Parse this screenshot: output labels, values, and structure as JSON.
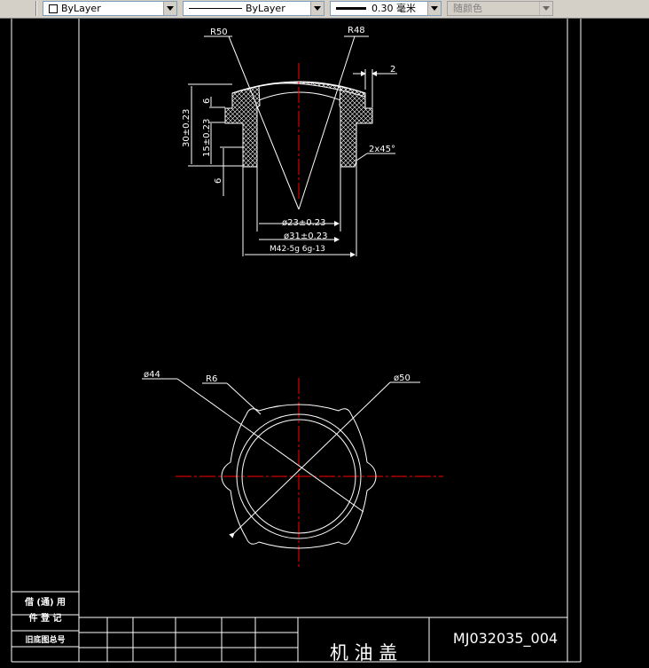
{
  "toolbar": {
    "color_combo": "ByLayer",
    "linetype_combo": "ByLayer",
    "lineweight_combo": "0.30 毫米",
    "plotstyle_combo": "随颜色",
    "colors": {
      "bg": "#d4d0c8",
      "field": "#ffffff"
    }
  },
  "drawing": {
    "dims_section": {
      "r50": "R50",
      "r48": "R48",
      "dim_2": "2",
      "dim_6_top": "6",
      "dim_30": "30±0.23",
      "dim_15": "15±0.23",
      "dim_6_bottom": "6",
      "chamfer": "2x45°",
      "d23": "ø23±0.23",
      "d31": "ø31±0.23",
      "thread": "M42-5g 6g-13"
    },
    "dims_plan": {
      "d44": "ø44",
      "r6": "R6",
      "d50": "ø50"
    },
    "colors": {
      "geometry": "#ffffff",
      "centerline": "#ff0000",
      "background": "#000000"
    }
  },
  "title_block": {
    "side_label_1": "借 (通) 用",
    "side_label_2": "件 登 记",
    "side_label_3": "旧底图总号",
    "part_name": "机 油 盖",
    "drawing_no": "MJ032035_004"
  }
}
